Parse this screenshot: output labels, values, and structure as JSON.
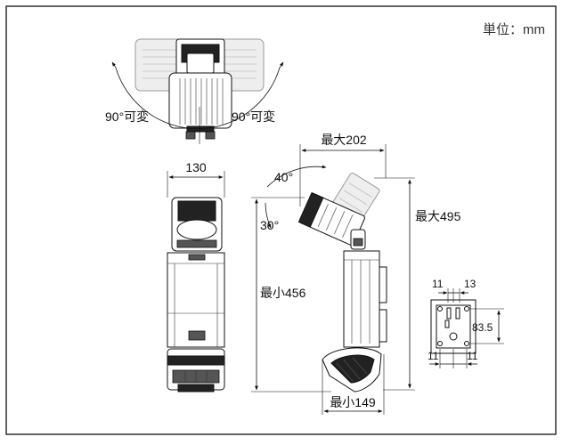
{
  "unit_label": "単位：mm",
  "top_view": {
    "left_rotation": "90°可変",
    "right_rotation": "90°可変"
  },
  "front_view": {
    "width": "130",
    "min_height": "最小456"
  },
  "side_view": {
    "max_depth": "最大202",
    "max_height": "最大495",
    "min_depth": "最小149",
    "tilt_up": "40°",
    "tilt_down": "30°"
  },
  "bracket": {
    "top_left": "11",
    "top_right": "13",
    "height": "83.5",
    "bottom_left": "11",
    "bottom_right": "11"
  }
}
